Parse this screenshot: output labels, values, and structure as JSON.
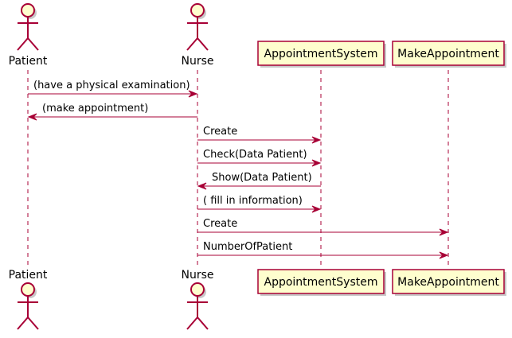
{
  "diagram": {
    "participants": [
      {
        "id": "patient",
        "label": "Patient",
        "kind": "actor"
      },
      {
        "id": "nurse",
        "label": "Nurse",
        "kind": "actor"
      },
      {
        "id": "appointment_system",
        "label": "AppointmentSystem",
        "kind": "participant"
      },
      {
        "id": "make_appointment",
        "label": "MakeAppointment",
        "kind": "participant"
      }
    ],
    "messages": [
      {
        "from": "patient",
        "to": "nurse",
        "label": "(have a physical examination)"
      },
      {
        "from": "nurse",
        "to": "patient",
        "label": "(make appointment)"
      },
      {
        "from": "nurse",
        "to": "appointment_system",
        "label": "Create"
      },
      {
        "from": "nurse",
        "to": "appointment_system",
        "label": "Check(Data Patient)"
      },
      {
        "from": "appointment_system",
        "to": "nurse",
        "label": "Show(Data Patient)"
      },
      {
        "from": "nurse",
        "to": "appointment_system",
        "label": "( fill in information)"
      },
      {
        "from": "nurse",
        "to": "make_appointment",
        "label": "Create"
      },
      {
        "from": "nurse",
        "to": "make_appointment",
        "label": "NumberOfPatient"
      }
    ]
  },
  "colors": {
    "lifeline": "#a80036",
    "arrow": "#a80036",
    "actor_fill": "#fefece",
    "actor_stroke": "#a80036",
    "box_fill": "#fefece",
    "box_stroke": "#a80036",
    "shadow": "#c8c8c8"
  }
}
